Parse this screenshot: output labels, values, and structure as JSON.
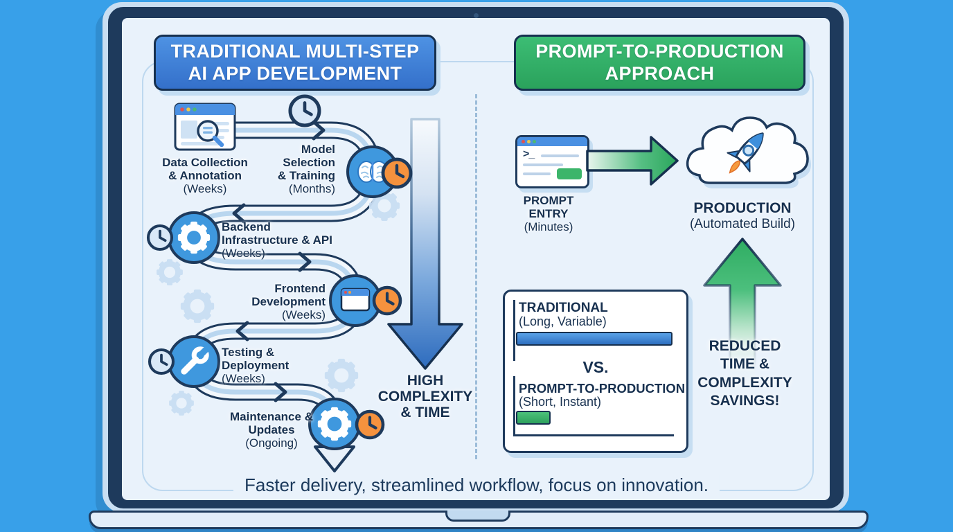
{
  "colors": {
    "background": "#38a0e9",
    "navy": "#1e3a5c",
    "blue": "#3b82d6",
    "green": "#33b469",
    "orange": "#f5923e",
    "screen": "#e9f2fb"
  },
  "headers": {
    "left": {
      "title": "TRADITIONAL MULTI-STEP\nAI APP DEVELOPMENT"
    },
    "right": {
      "title": "PROMPT-TO-PRODUCTION\nAPPROACH"
    }
  },
  "traditional_flow": {
    "steps": [
      {
        "title": "Data Collection & Annotation",
        "duration": "(Weeks)",
        "icon": "browser-search-icon"
      },
      {
        "title": "Model Selection & Training",
        "duration": "(Months)",
        "icon": "brain-icon"
      },
      {
        "title": "Backend Infrastructure & API",
        "duration": "(Weeks)",
        "icon": "gear-icon"
      },
      {
        "title": "Frontend Development",
        "duration": "(Weeks)",
        "icon": "browser-window-icon"
      },
      {
        "title": "Testing & Deployment",
        "duration": "(Weeks)",
        "icon": "wrench-icon"
      },
      {
        "title": "Maintenance & Updates",
        "duration": "(Ongoing)",
        "icon": "gear-icon"
      }
    ],
    "outcome": "HIGH\nCOMPLEXITY\n& TIME"
  },
  "prompt_flow": {
    "entry": {
      "title": "PROMPT ENTRY",
      "duration": "(Minutes)",
      "icon": "terminal-window-icon",
      "prompt_glyph": ">_"
    },
    "production": {
      "title": "PRODUCTION",
      "subtitle": "(Automated Build)",
      "icon": "cloud-rocket-icon"
    },
    "benefit": "REDUCED\nTIME &\nCOMPLEXITY\nSAVINGS!"
  },
  "comparison": {
    "vs_label": "VS.",
    "bars": [
      {
        "label": "TRADITIONAL",
        "sublabel": "(Long, Variable)",
        "value": 100,
        "color": "#3b82d6"
      },
      {
        "label": "PROMPT-TO-PRODUCTION",
        "sublabel": "(Short, Instant)",
        "value": 22,
        "color": "#33b469"
      }
    ]
  },
  "chart_data": {
    "type": "bar",
    "orientation": "horizontal",
    "title": "VS.",
    "categories": [
      "TRADITIONAL (Long, Variable)",
      "PROMPT-TO-PRODUCTION (Short, Instant)"
    ],
    "values": [
      100,
      22
    ]
  },
  "tagline": "Faster delivery, streamlined workflow, focus on innovation."
}
